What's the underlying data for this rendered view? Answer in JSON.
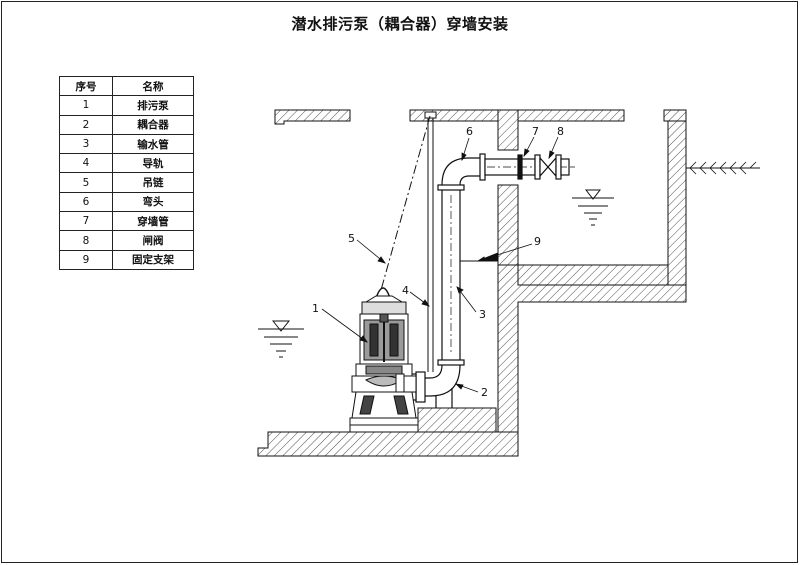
{
  "title": "潜水排污泵（耦合器）穿墙安装",
  "table": {
    "headers": [
      "序号",
      "名称"
    ],
    "rows": [
      {
        "no": "1",
        "name": "排污泵"
      },
      {
        "no": "2",
        "name": "耦合器"
      },
      {
        "no": "3",
        "name": "输水管"
      },
      {
        "no": "4",
        "name": "导轨"
      },
      {
        "no": "5",
        "name": "吊链"
      },
      {
        "no": "6",
        "name": "弯头"
      },
      {
        "no": "7",
        "name": "穿墙管"
      },
      {
        "no": "8",
        "name": "闸阀"
      },
      {
        "no": "9",
        "name": "固定支架"
      }
    ]
  },
  "callouts": [
    "1",
    "2",
    "3",
    "4",
    "5",
    "6",
    "7",
    "8",
    "9"
  ]
}
